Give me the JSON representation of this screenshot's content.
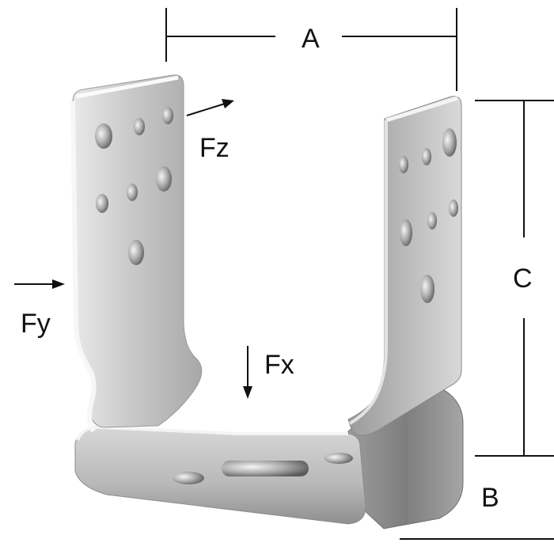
{
  "labels": {
    "dimension_a": "A",
    "dimension_b": "B",
    "dimension_c": "C",
    "force_x": "Fx",
    "force_y": "Fy",
    "force_z": "Fz"
  },
  "colors": {
    "line": "#111111",
    "metal_light": "#f2f2f2",
    "metal_mid": "#c4c4c4",
    "metal_dark": "#8a8a8a",
    "metal_edge": "#e8e8e8",
    "hole": "#6e6e6e"
  },
  "icons": [
    "u-bracket-drawing",
    "arrow-right-icon",
    "arrow-down-icon",
    "dimension-line"
  ]
}
